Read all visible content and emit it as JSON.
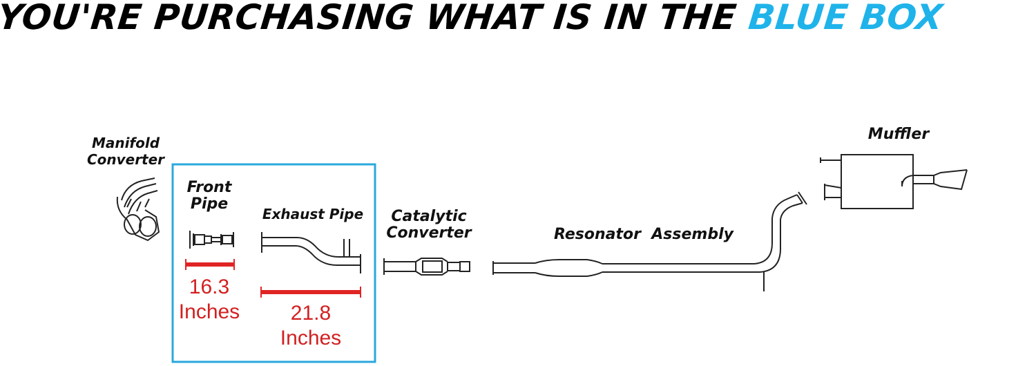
{
  "header": {
    "text_prefix": "YOU'RE PURCHASING WHAT IS IN THE ",
    "text_highlight": "BLUE BOX"
  },
  "colors": {
    "highlight": "#1fb3ea",
    "box_border": "#2aa8dc",
    "measure": "#e02424",
    "measure_text": "#d22020"
  },
  "parts": {
    "manifold": {
      "line1": "Manifold",
      "line2": "Converter"
    },
    "front_pipe": {
      "line1": "Front",
      "line2": "Pipe",
      "measure_value": "16.3",
      "measure_unit": "Inches"
    },
    "exhaust_pipe": {
      "label": "Exhaust Pipe",
      "measure_value": "21.8",
      "measure_unit": "Inches"
    },
    "catalytic": {
      "line1": "Catalytic",
      "line2": "Converter"
    },
    "resonator": {
      "label": "Resonator  Assembly"
    },
    "muffler": {
      "label": "Muffler"
    }
  }
}
